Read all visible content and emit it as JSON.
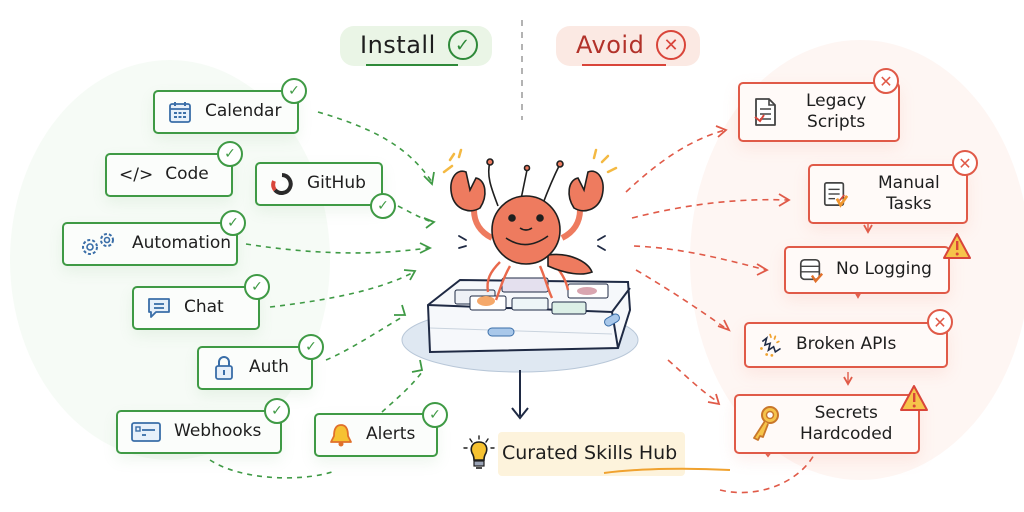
{
  "headings": {
    "install": {
      "label": "Install",
      "icon": "check-circle-icon",
      "color": "#2f8a3a"
    },
    "avoid": {
      "label": "Avoid",
      "icon": "x-circle-icon",
      "color": "#d9453a"
    }
  },
  "install_items": [
    {
      "label": "Calendar",
      "icon": "calendar-icon"
    },
    {
      "label": "Code",
      "icon": "code-brackets-icon",
      "glyph": "</>"
    },
    {
      "label": "GitHub",
      "icon": "github-icon"
    },
    {
      "label": "Automation",
      "icon": "gears-icon"
    },
    {
      "label": "Chat",
      "icon": "chat-bubble-icon"
    },
    {
      "label": "Auth",
      "icon": "lock-icon"
    },
    {
      "label": "Webhooks",
      "icon": "webhook-window-icon"
    },
    {
      "label": "Alerts",
      "icon": "bell-icon"
    }
  ],
  "avoid_items": [
    {
      "label_line1": "Legacy",
      "label_line2": "Scripts",
      "icon": "document-icon",
      "badge": "x-icon"
    },
    {
      "label_line1": "Manual",
      "label_line2": "Tasks",
      "icon": "checklist-icon",
      "badge": "x-icon"
    },
    {
      "label_line1": "No Logging",
      "label_line2": "",
      "icon": "database-icon",
      "badge": "warning-icon"
    },
    {
      "label_line1": "Broken APIs",
      "label_line2": "",
      "icon": "broken-link-icon",
      "badge": "x-icon"
    },
    {
      "label_line1": "Secrets",
      "label_line2": "Hardcoded",
      "icon": "key-icon",
      "badge": "warning-icon"
    }
  ],
  "center": {
    "mascot": "lobster-mascot",
    "platform": "skills-box"
  },
  "hub": {
    "label": "Curated Skills Hub",
    "icon": "lightbulb-icon"
  },
  "colors": {
    "good": "#3f9a45",
    "bad": "#e05a48",
    "warn": "#f4b942",
    "ink": "#1e1e1e",
    "icon_blue": "#3a6ea8",
    "lobster": "#ee7b5f"
  }
}
